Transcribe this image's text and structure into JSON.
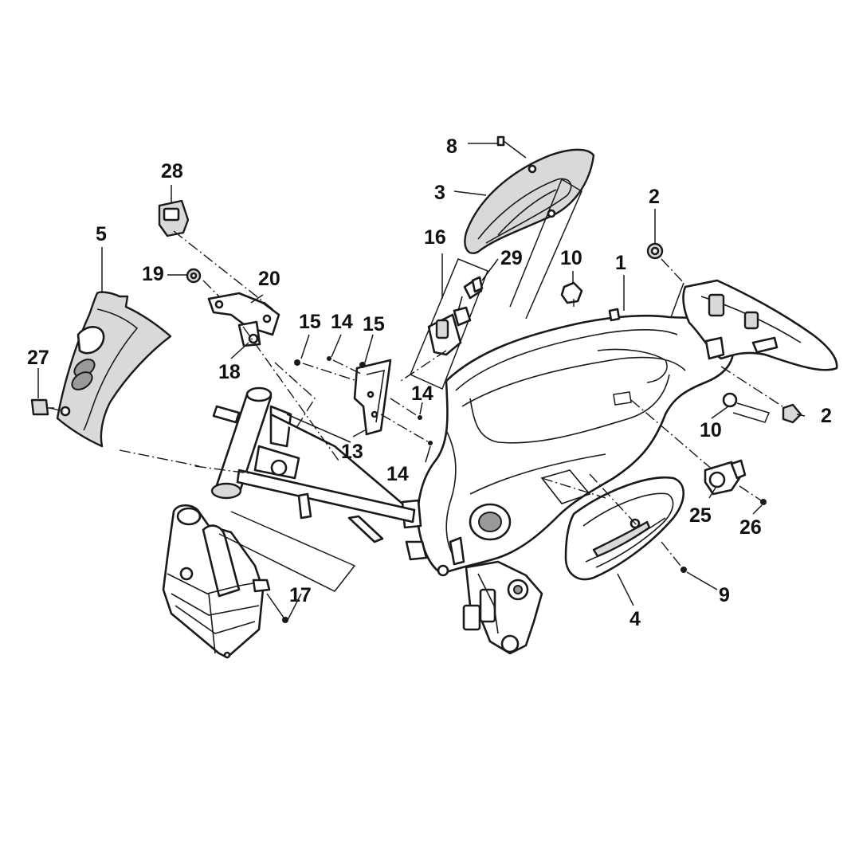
{
  "callouts": {
    "c1": "1",
    "c2a": "2",
    "c2b": "2",
    "c3": "3",
    "c4": "4",
    "c5": "5",
    "c8": "8",
    "c9": "9",
    "c10a": "10",
    "c10b": "10",
    "c13": "13",
    "c14a": "14",
    "c14b": "14",
    "c14c": "14",
    "c15a": "15",
    "c15b": "15",
    "c16": "16",
    "c17": "17",
    "c18": "18",
    "c19": "19",
    "c20": "20",
    "c25": "25",
    "c26": "26",
    "c27": "27",
    "c28": "28",
    "c29": "29"
  },
  "colors": {
    "line": "#1a1a1a",
    "fill_light": "#d9d9d9",
    "fill_dark": "#9a9a9a",
    "background": "#ffffff"
  }
}
